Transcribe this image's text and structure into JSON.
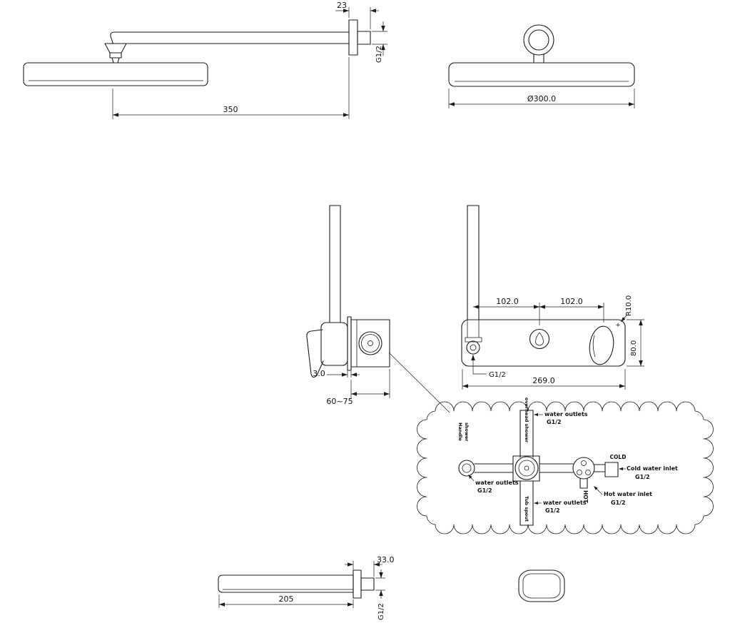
{
  "drawing": {
    "shower_arm_side": {
      "flange_width": "23",
      "thread": "G1/2",
      "arm_length": "350"
    },
    "shower_head_front": {
      "diameter": "Ø300.0"
    },
    "valve_side": {
      "plate_thickness": "3.0",
      "install_depth": "60~75"
    },
    "valve_front": {
      "spacing_left": "102.0",
      "spacing_right": "102.0",
      "corner_radius": "R10.0",
      "plus_mark": "+",
      "plate_height": "80.0",
      "thread": "G1/2",
      "plate_width": "269.0"
    },
    "detail": {
      "top_outlet": "water outlets",
      "top_outlet_thread": "G1/2",
      "overhead_label": "overhead shower",
      "hand_label_1": "Handle",
      "hand_label_2": "shower",
      "left_outlet": "water outlets",
      "left_outlet_thread": "G1/2",
      "bottom_outlet": "water outlets",
      "bottom_outlet_thread": "G1/2",
      "tub_label": "Tub spout",
      "cold_tag": "COLD",
      "cold_inlet": "Cold water inlet",
      "cold_inlet_thread": "G1/2",
      "hot_tag": "HOT",
      "hot_inlet": "Hot water inlet",
      "hot_inlet_thread": "G1/2"
    },
    "spout_side": {
      "flange_width": "33.0",
      "spout_length": "205",
      "thread": "G1/2"
    }
  }
}
